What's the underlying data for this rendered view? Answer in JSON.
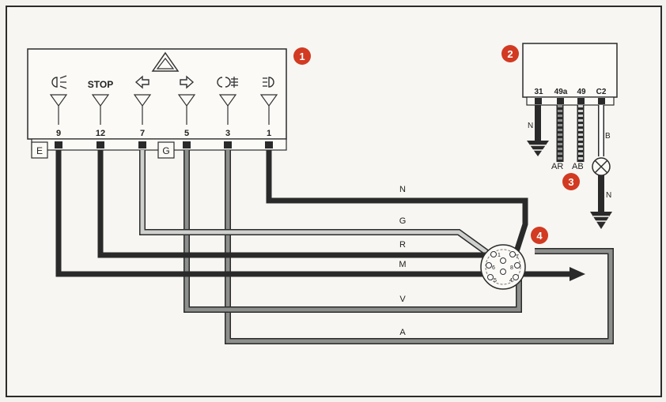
{
  "unit1": {
    "callout": "1",
    "pins": [
      {
        "number": "9",
        "label": "",
        "icon": "rear-fog-lamp-icon"
      },
      {
        "number": "12",
        "label": "STOP",
        "icon": ""
      },
      {
        "number": "7",
        "label": "",
        "icon": "turn-left-arrow-icon"
      },
      {
        "number": "5",
        "label": "",
        "icon": "turn-right-arrow-icon"
      },
      {
        "number": "3",
        "label": "",
        "icon": "side-lamp-icon"
      },
      {
        "number": "1",
        "label": "",
        "icon": "reversing-lamp-icon"
      }
    ],
    "side_labels": {
      "left": "E",
      "right": "G"
    },
    "hazard_icon": "warning-triangle-icon"
  },
  "unit2": {
    "callout": "2",
    "terminals": [
      "31",
      "49a",
      "49",
      "C2"
    ]
  },
  "unit3": {
    "callout": "3",
    "icon": "indicator-lamp-icon"
  },
  "unit4": {
    "callout": "4",
    "socket_pins": [
      "1",
      "2",
      "3",
      "4",
      "5",
      "6",
      "7",
      "8"
    ]
  },
  "wires": {
    "N": "N",
    "G": "G",
    "R": "R",
    "M": "M",
    "V": "V",
    "A": "A",
    "ar": "AR",
    "ab": "AB",
    "b": "B",
    "n_top": "N",
    "n_lamp": "N"
  },
  "colors": {
    "badge": "#d23a22",
    "black_wire": "#2a2a2a",
    "grey_wire": "#8c8f8c",
    "light_wire": "#c7c9c6"
  }
}
